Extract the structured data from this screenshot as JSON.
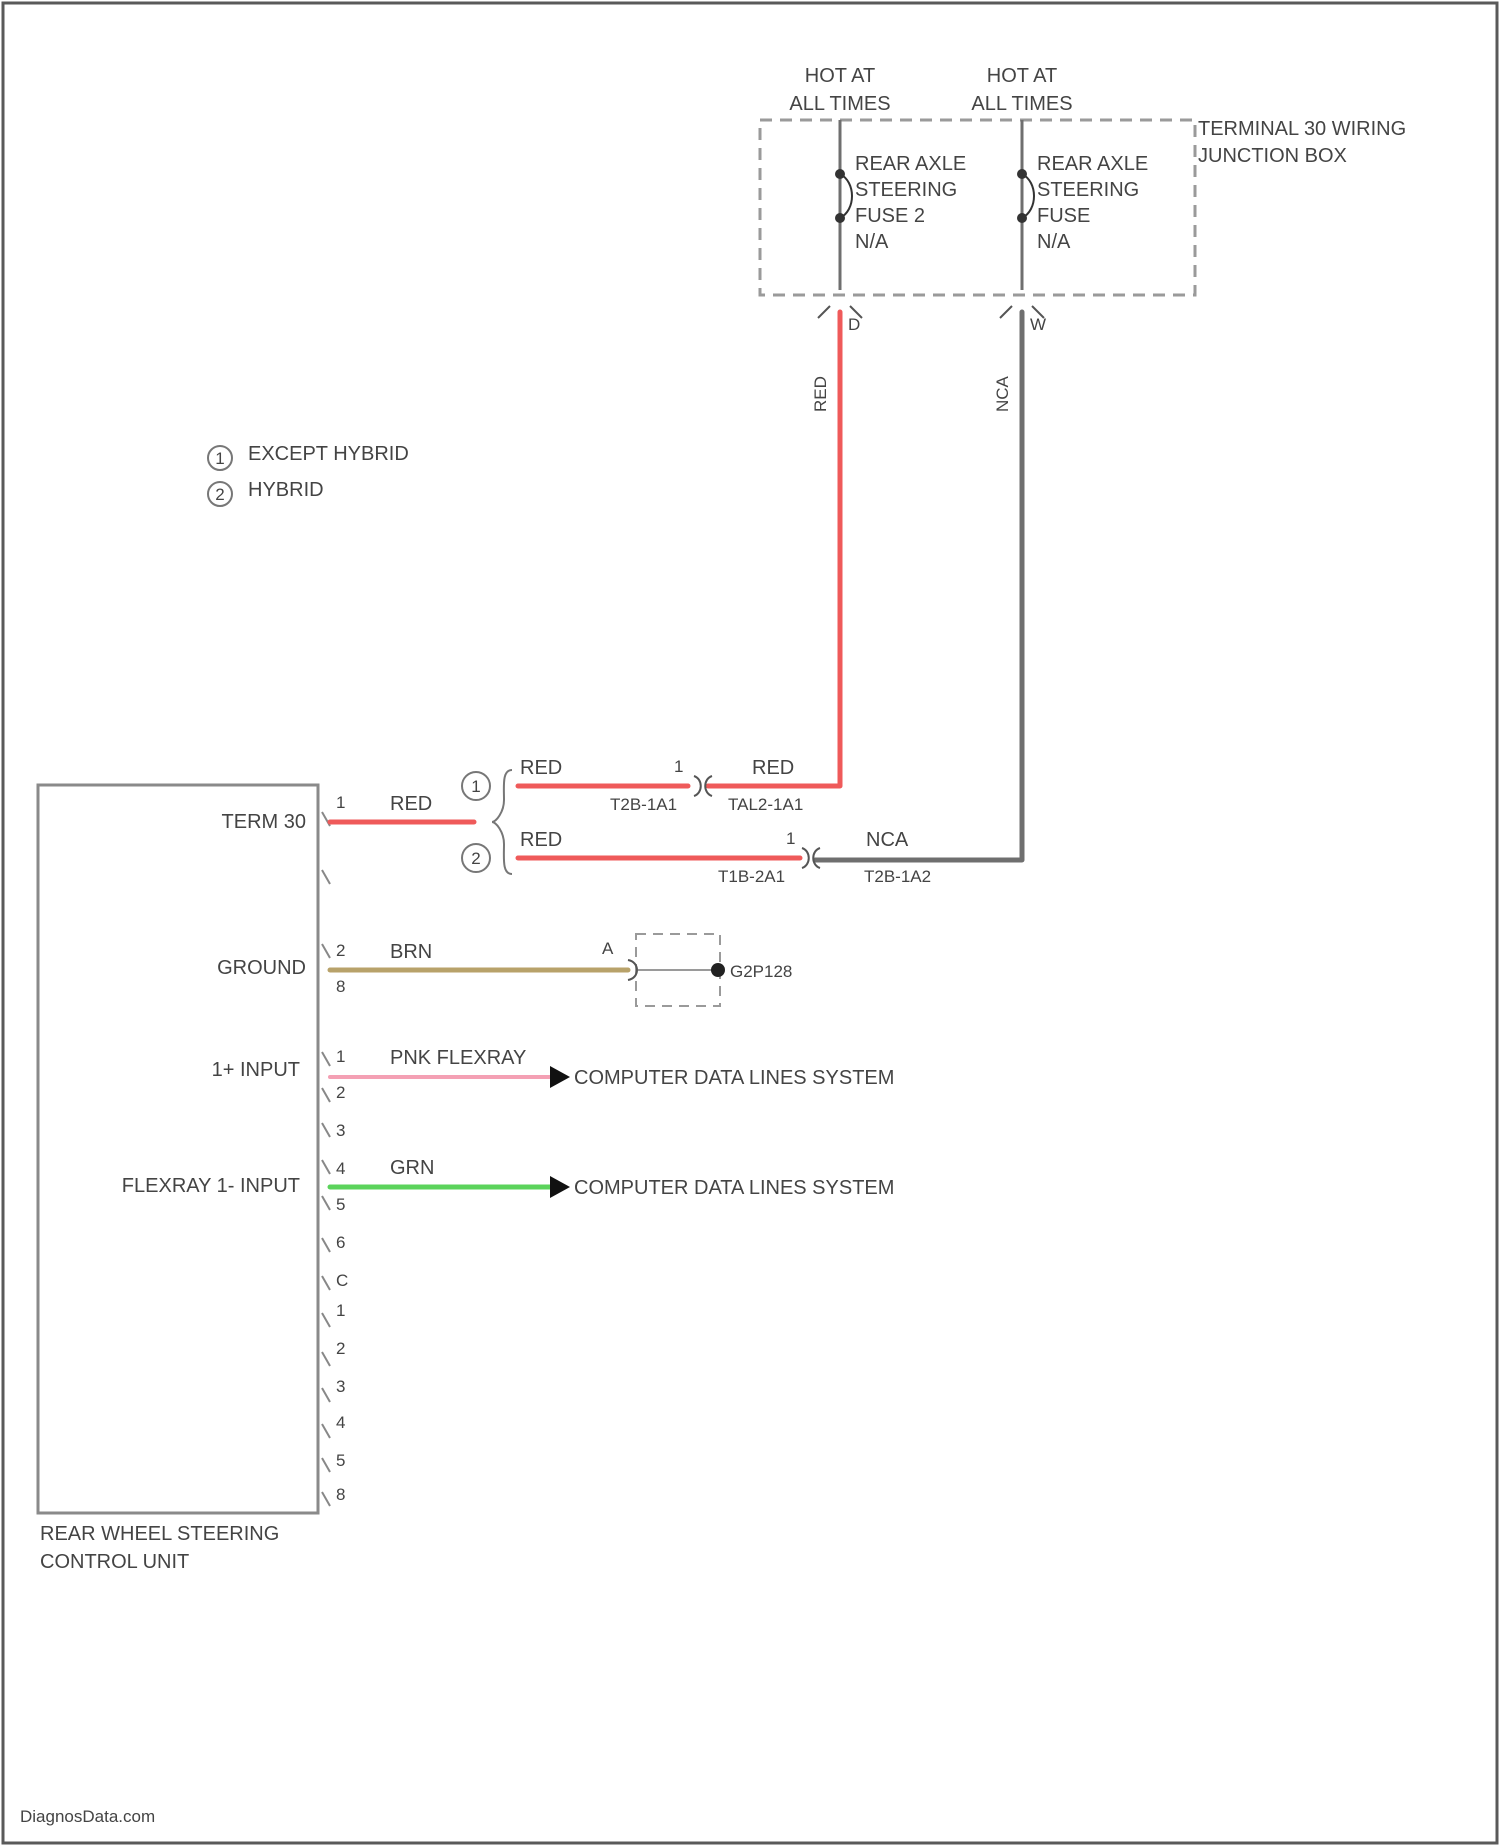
{
  "colors": {
    "red_wire": "#ef5a5a",
    "gray_wire": "#6f6f6f",
    "brown_wire": "#b8a26a",
    "pink_wire": "#f4a0b4",
    "green_wire": "#5bd35b",
    "outline": "#9a9a9a",
    "border": "#5a5a5a",
    "text": "#444444"
  },
  "fuse_box": {
    "label_line1": "TERMINAL 30 WIRING",
    "label_line2": "JUNCTION BOX",
    "hot_left_line1": "HOT AT",
    "hot_left_line2": "ALL TIMES",
    "hot_right_line1": "HOT AT",
    "hot_right_line2": "ALL TIMES",
    "fuse_left": [
      "REAR AXLE",
      "STEERING",
      "FUSE 2",
      "N/A"
    ],
    "fuse_right": [
      "REAR AXLE",
      "STEERING",
      "FUSE",
      "N/A"
    ],
    "pin_left": "D",
    "pin_right": "W"
  },
  "wires": {
    "red_vertical": "RED",
    "gray_vertical": "NCA",
    "red_top_left": "RED",
    "red_top_right": "RED",
    "connector_top_pin": "1",
    "connector_top_left_id": "T2B-1A1",
    "connector_top_right_id": "TAL2-1A1",
    "red_bottom_left": "RED",
    "gray_bottom_right": "NCA",
    "connector_bottom_pin": "1",
    "connector_bottom_left_id": "T1B-2A1",
    "connector_bottom_right_id": "T2B-1A2",
    "term30_wire": "RED",
    "ground_wire": "BRN",
    "pink_wire": "PNK FLEXRAY",
    "green_wire": "GRN"
  },
  "legend": [
    {
      "symbol": "1",
      "text": "EXCEPT HYBRID"
    },
    {
      "symbol": "2",
      "text": "HYBRID"
    }
  ],
  "variants": {
    "top": "1",
    "bottom": "2"
  },
  "ground": {
    "pin_label": "A",
    "ground_id": "G2P128"
  },
  "control_unit": {
    "name_line1": "REAR WHEEL STEERING",
    "name_line2": "CONTROL UNIT",
    "pins": [
      {
        "name": "TERM 30",
        "number": "1"
      },
      {
        "name": "GROUND",
        "number": "2"
      },
      {
        "name": "1+ INPUT",
        "number": "1"
      },
      {
        "name": "FLEXRAY 1- INPUT",
        "number": "4"
      }
    ],
    "ground_sub": "8",
    "pin_column": [
      "2",
      "3",
      "5",
      "6",
      "C",
      "1",
      "2",
      "3",
      "4",
      "5",
      "8"
    ]
  },
  "destinations": {
    "pink": "COMPUTER DATA LINES SYSTEM",
    "green": "COMPUTER DATA LINES SYSTEM"
  },
  "watermark": "DiagnosData.com"
}
